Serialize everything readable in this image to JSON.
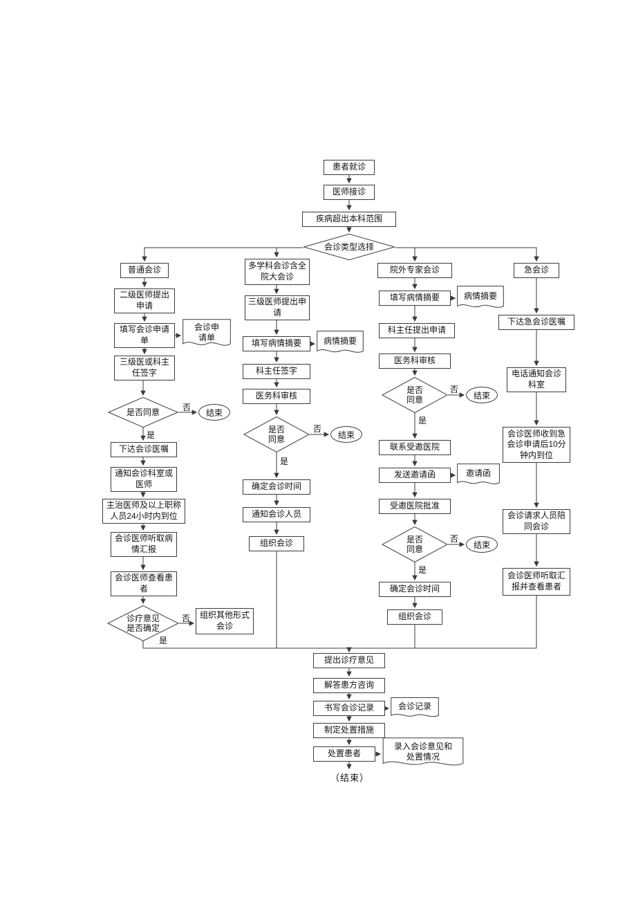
{
  "diagram": {
    "top": {
      "patient_visit": "患者就诊",
      "doctor_receive": "医师接诊",
      "beyond_scope": "疾病超出本科范围",
      "type_select": "会诊类型选择"
    },
    "ordinary": {
      "title": "普通会诊",
      "apply": "二级医师提出申请",
      "fill_form": "填写会诊申请单",
      "form_doc": "会诊申请单",
      "sign": "三级医或科主任签字",
      "agree": "是否同意",
      "end": "结束",
      "order": "下达会诊医嘱",
      "notify": "通知会诊科室或医师",
      "arrive": "主治医师及以上职称人员24小时内到位",
      "listen": "会诊医师听取病情汇报",
      "check_patient": "会诊医师查看患者",
      "confirm": "诊疗意见是否确定",
      "other_form": "组织其他形式会诊"
    },
    "multi": {
      "title": "多学科会诊含全院大会诊",
      "apply": "三级医师提出申请",
      "fill_summary": "填写病情摘要",
      "summary_doc": "病情摘要",
      "sign": "科主任签字",
      "review": "医务科审核",
      "agree": "是否同意",
      "end": "结束",
      "set_time": "确定会诊时间",
      "notify": "通知会诊人员",
      "organize": "组织会诊"
    },
    "external": {
      "title": "院外专家会诊",
      "fill_summary": "填写病情摘要",
      "summary_doc": "病情摘要",
      "apply": "科主任提出申请",
      "review": "医务科审核",
      "agree1": "是否同意",
      "end1": "结束",
      "contact": "联系受邀医院",
      "send_invite": "发送邀请函",
      "invite_doc": "邀请函",
      "approve": "受邀医院批准",
      "agree2": "是否同意",
      "end2": "结束",
      "set_time": "确定会诊时间",
      "organize": "组织会诊"
    },
    "urgent": {
      "title": "急会诊",
      "order": "下达急会诊医嘱",
      "phone_notify": "电话通知会诊科室",
      "arrive": "会诊医师收到急会诊申请后10分钟内到位",
      "accompany": "会诊请求人员陪同会诊",
      "listen_check": "会诊医师听取汇报并查看患者"
    },
    "footer": {
      "opinion": "提出诊疗意见",
      "answer": "解答患方咨询",
      "record": "书写会诊记录",
      "record_doc": "会诊记录",
      "measures": "制定处置措施",
      "dispose": "处置患者",
      "entry_doc": "录入会诊意见和处置情况",
      "finish": "（结束）"
    },
    "labels": {
      "yes": "是",
      "no": "否"
    }
  }
}
